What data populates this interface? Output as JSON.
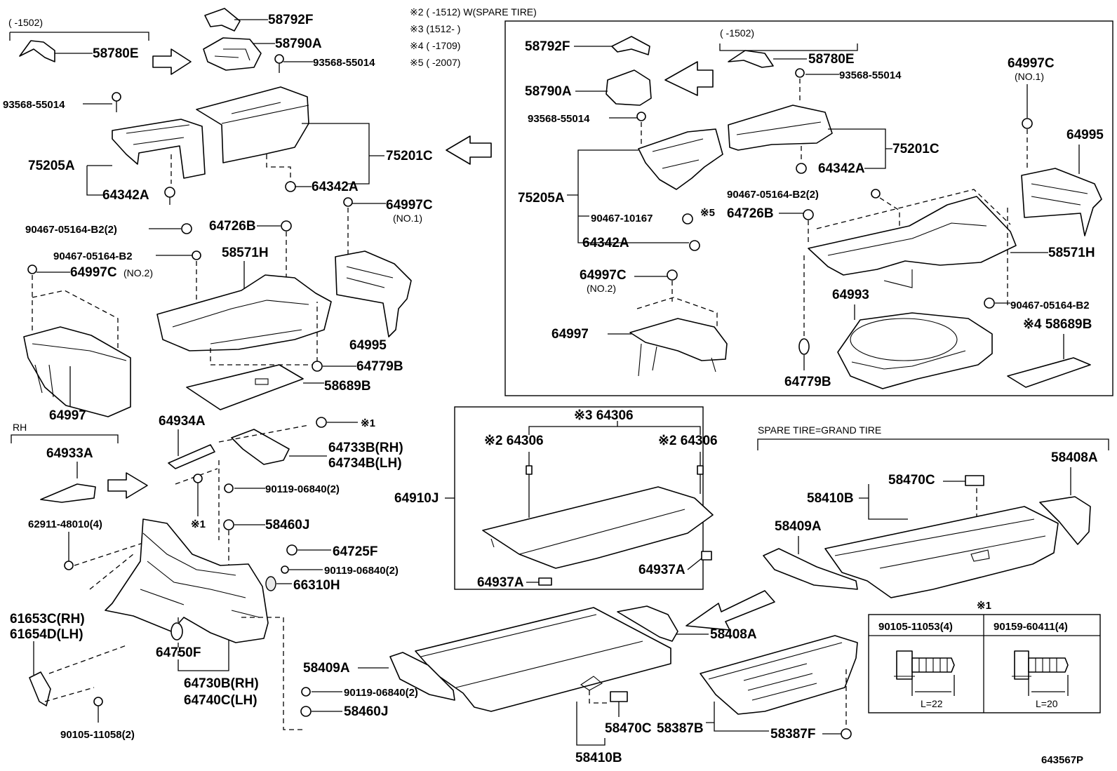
{
  "drawing_id": "643567P",
  "notes": {
    "n2": "※2 ( -1512) W(SPARE TIRE)",
    "n3": "※3 (1512- )",
    "n4": "※4 ( -1709)",
    "n5": "※5 ( -2007)",
    "range_1502_left": "( -1502)",
    "range_1502_right": "( -1502)",
    "rh": "RH",
    "spare_tire": "SPARE TIRE=GRAND TIRE"
  },
  "labels": {
    "p58780E_l": "58780E",
    "p58792F_l": "58792F",
    "p58790A_l": "58790A",
    "p93568_l1": "93568-55014",
    "p93568_l2": "93568-55014",
    "p75205A_l": "75205A",
    "p64342A_l1": "64342A",
    "p64342A_l2": "64342A",
    "p75201C_l": "75201C",
    "p64997C1_l": "64997C",
    "p64997C1_l_sub": "(NO.1)",
    "p90467b2_2_l": "90467-05164-B2(2)",
    "p64726B_l": "64726B",
    "p90467b2_l": "90467-05164-B2",
    "p58571H_l": "58571H",
    "p64997C2_l": "64997C",
    "p64997C2_l_sub": "(NO.2)",
    "p64995_l": "64995",
    "p64779B_l": "64779B",
    "p58689B_l": "58689B",
    "p64997_l": "64997",
    "p64934A": "64934A",
    "p64933A": "64933A",
    "mark1_a": "※1",
    "mark1_b": "※1",
    "p64733B": "64733B(RH)",
    "p64734B": "64734B(LH)",
    "p90119_a": "90119-06840(2)",
    "p58460J_a": "58460J",
    "p62911": "62911-48010(4)",
    "p64725F": "64725F",
    "p90119_b": "90119-06840(2)",
    "p66310H": "66310H",
    "p61653C": "61653C(RH)",
    "p61654D": "61654D(LH)",
    "p64750F": "64750F",
    "p64730B": "64730B(RH)",
    "p64740C": "64740C(LH)",
    "p90119_c": "90119-06840(2)",
    "p58460J_b": "58460J",
    "p90105_11058": "90105-11058(2)",
    "p58792F_r": "58792F",
    "p58780E_r": "58780E",
    "p93568_r1": "93568-55014",
    "p58790A_r": "58790A",
    "p93568_r2": "93568-55014",
    "p64997C1_r": "64997C",
    "p64997C1_r_sub": "(NO.1)",
    "p64995_r": "64995",
    "p75201C_r": "75201C",
    "p64342A_r1": "64342A",
    "p75205A_r": "75205A",
    "p90467b2_2_r": "90467-05164-B2(2)",
    "p90467_10167": "90467-10167",
    "mark5": "※5",
    "p64726B_r": "64726B",
    "p64342A_r2": "64342A",
    "p58571H_r": "58571H",
    "p64997C2_r": "64997C",
    "p64997C2_r_sub": "(NO.2)",
    "p64993": "64993",
    "p90467b2_r": "90467-05164-B2",
    "p64997_r": "64997",
    "p58689B_r": "※4 58689B",
    "p64779B_r": "64779B",
    "p64306_main": "※3 64306",
    "p64306_l": "※2 64306",
    "p64306_r": "※2 64306",
    "p64910J": "64910J",
    "p64937A_l": "64937A",
    "p64937A_r": "64937A",
    "p58408A_top": "58408A",
    "p58470C_top": "58470C",
    "p58410B_top": "58410B",
    "p58409A_top": "58409A",
    "p58408A_mid": "58408A",
    "p58409A_b": "58409A",
    "p58470C_b": "58470C",
    "p58387B": "58387B",
    "p58387F": "58387F",
    "p58410B_b": "58410B",
    "bolt_table_mark": "※1",
    "bolt1_label": "90105-11053(4)",
    "bolt2_label": "90159-60411(4)",
    "bolt1_len": "L=22",
    "bolt2_len": "L=20"
  }
}
